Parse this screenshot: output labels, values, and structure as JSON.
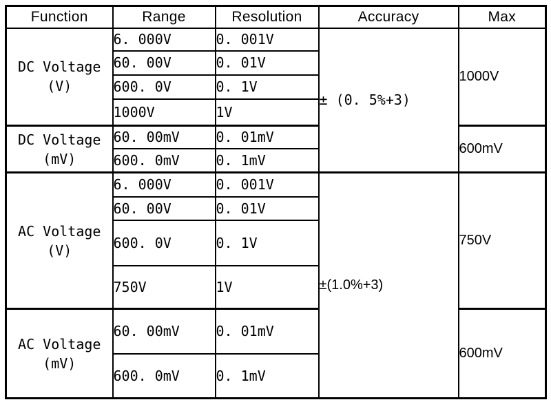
{
  "table": {
    "headers": {
      "function": "Function",
      "range": "Range",
      "resolution": "Resolution",
      "accuracy": "Accuracy",
      "max": "Max"
    },
    "groups": [
      {
        "function": "DC Voltage",
        "unit": "(V)",
        "max": "1000V",
        "rows": [
          {
            "range": "6. 000V",
            "resolution": "0. 001V"
          },
          {
            "range": "60. 00V",
            "resolution": "0. 01V"
          },
          {
            "range": "600. 0V",
            "resolution": "0. 1V"
          },
          {
            "range": "1000V",
            "resolution": "1V"
          }
        ]
      },
      {
        "function": "DC Voltage",
        "unit": "(mV)",
        "max": "600mV",
        "rows": [
          {
            "range": "60. 00mV",
            "resolution": "0. 01mV"
          },
          {
            "range": "600. 0mV",
            "resolution": "0. 1mV"
          }
        ]
      },
      {
        "function": "AC Voltage",
        "unit": "(V)",
        "max": "750V",
        "rows": [
          {
            "range": "6. 000V",
            "resolution": "0. 001V"
          },
          {
            "range": "60. 00V",
            "resolution": "0. 01V"
          },
          {
            "range": "600. 0V",
            "resolution": "0. 1V"
          },
          {
            "range": "750V",
            "resolution": "1V"
          }
        ]
      },
      {
        "function": "AC Voltage",
        "unit": "(mV)",
        "max": "600mV",
        "rows": [
          {
            "range": "60. 00mV",
            "resolution": "0. 01mV"
          },
          {
            "range": "600. 0mV",
            "resolution": "0. 1mV"
          }
        ]
      }
    ],
    "accuracies": [
      {
        "label": "± (0. 5%+3)",
        "applies_to": "DC Voltage"
      },
      {
        "label": "±(1.0%+3)",
        "applies_to": "AC Voltage"
      }
    ],
    "colors": {
      "border": "#000000",
      "text": "#000000",
      "background": "#ffffff"
    }
  }
}
